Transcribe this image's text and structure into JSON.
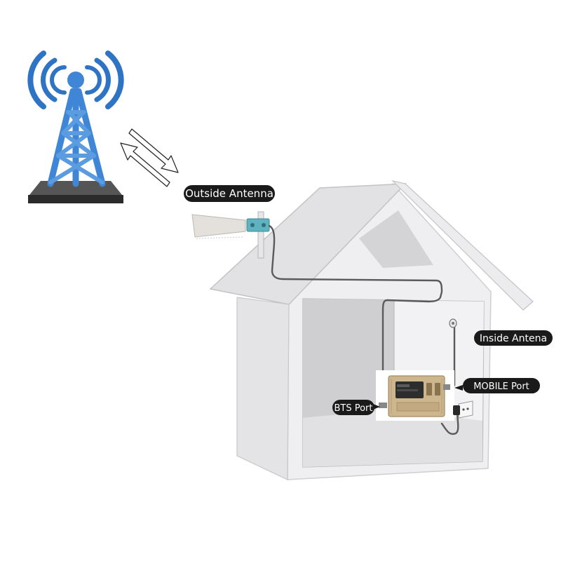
{
  "labels": {
    "outside_antenna": "Outside Antenna",
    "inside_antenna": "Inside Antena",
    "mobile_port": "MOBILE Port",
    "bts_port": "BTS Port"
  },
  "colors": {
    "tower_blue": "#3f86d6",
    "signal_blue": "#2f73c4",
    "house_wall": "#efeff1",
    "house_roof": "#d8d8db",
    "house_interior": "#c9c9cc",
    "booster_gold": "#cdb58e",
    "label_bg": "#1a1a1a",
    "cable": "#5a5a5a"
  },
  "icons": {
    "tower": "cell-tower-icon",
    "outside_antenna": "yagi-panel-antenna-icon",
    "inside_antenna": "ceiling-antenna-icon",
    "booster": "signal-booster-icon",
    "power_adapter": "power-adapter-icon"
  }
}
